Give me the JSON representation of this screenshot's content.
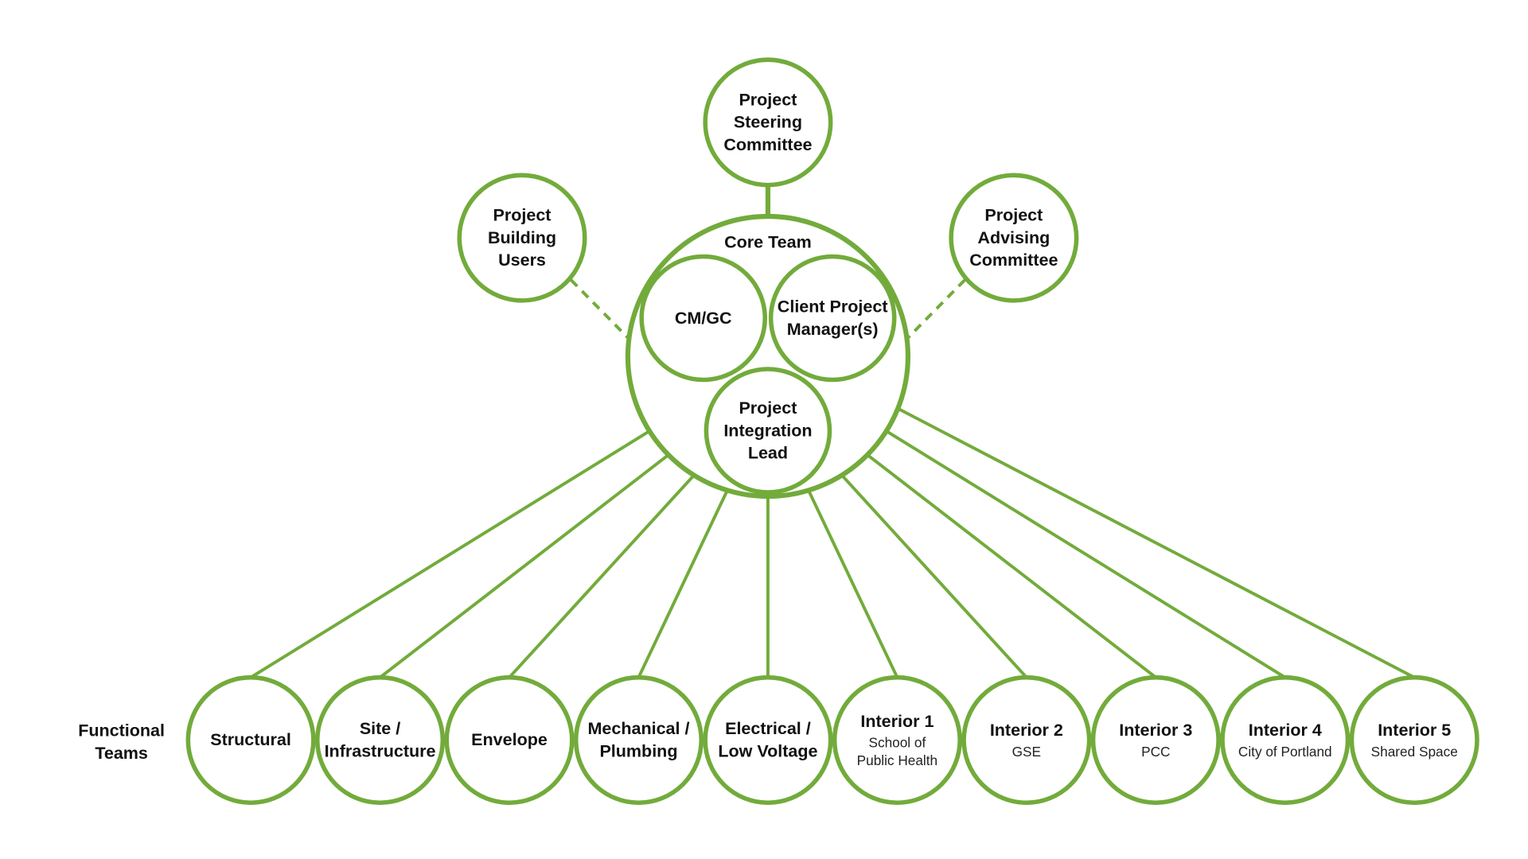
{
  "colors": {
    "stroke": "#72ab3b",
    "text": "#111111",
    "background": "#ffffff"
  },
  "side_label": [
    "Functional",
    "Teams"
  ],
  "top": {
    "steering": {
      "lines": [
        "Project",
        "Steering",
        "Committee"
      ]
    },
    "building_users": {
      "lines": [
        "Project",
        "Building",
        "Users"
      ]
    },
    "advising": {
      "lines": [
        "Project",
        "Advising",
        "Committee"
      ]
    }
  },
  "core": {
    "label": "Core Team",
    "cm_gc": {
      "lines": [
        "CM/GC"
      ]
    },
    "client_pm": {
      "lines": [
        "Client Project",
        "Manager(s)"
      ]
    },
    "integration_lead": {
      "lines": [
        "Project",
        "Integration",
        "Lead"
      ]
    }
  },
  "functional_teams": [
    {
      "lines": [
        "Structural"
      ],
      "sub": []
    },
    {
      "lines": [
        "Site /",
        "Infrastructure"
      ],
      "sub": []
    },
    {
      "lines": [
        "Envelope"
      ],
      "sub": []
    },
    {
      "lines": [
        "Mechanical /",
        "Plumbing"
      ],
      "sub": []
    },
    {
      "lines": [
        "Electrical /",
        "Low Voltage"
      ],
      "sub": []
    },
    {
      "lines": [
        "Interior 1"
      ],
      "sub": [
        "School of",
        "Public Health"
      ]
    },
    {
      "lines": [
        "Interior 2"
      ],
      "sub": [
        "GSE"
      ]
    },
    {
      "lines": [
        "Interior 3"
      ],
      "sub": [
        "PCC"
      ]
    },
    {
      "lines": [
        "Interior 4"
      ],
      "sub": [
        "City of Portland"
      ]
    },
    {
      "lines": [
        "Interior 5"
      ],
      "sub": [
        "Shared Space"
      ]
    }
  ]
}
